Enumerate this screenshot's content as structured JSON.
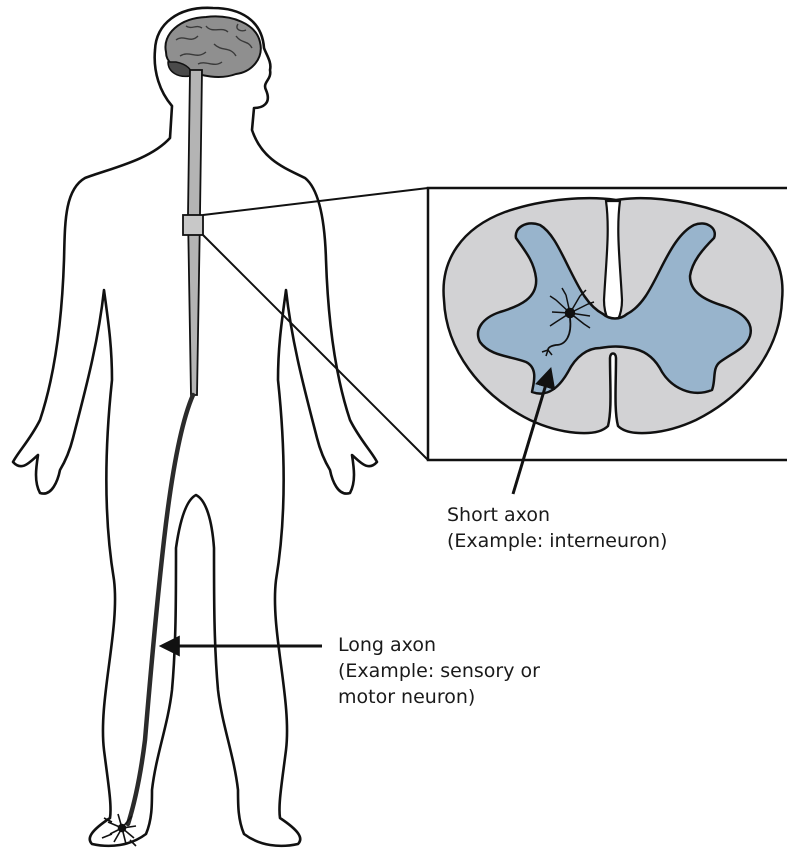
{
  "colors": {
    "outline": "#111111",
    "gray_matter": "#98b4cc",
    "white_matter": "#d2d2d4",
    "brain": "#8f8f8f",
    "cord": "#b4b4b4"
  },
  "labels": {
    "short_axon": {
      "title": "Short axon",
      "example": "(Example: interneuron)"
    },
    "long_axon": {
      "title": "Long axon",
      "example_line1": "(Example: sensory or",
      "example_line2": "motor neuron)"
    }
  }
}
